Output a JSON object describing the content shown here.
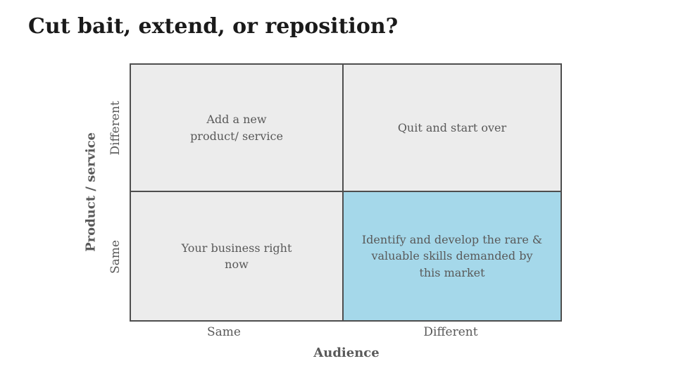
{
  "slide": {
    "title": "Cut bait, extend, or reposition?"
  },
  "matrix": {
    "quadrants": {
      "top_left": "Add a new\nproduct/ service",
      "top_right": "Quit and start over",
      "bottom_left": "Your business right\nnow",
      "bottom_right": "Identify and develop the rare &\nvaluable skills demanded by\nthis market"
    },
    "colors": {
      "cell_background": "#ececec",
      "highlight_background": "#a5d8ea",
      "border": "#4e4e4e",
      "text": "#595959",
      "title_text": "#1a1a1a"
    }
  },
  "axes": {
    "y": {
      "title": "Product / service",
      "top_label": "Different",
      "bottom_label": "Same"
    },
    "x": {
      "title": "Audience",
      "left_label": "Same",
      "right_label": "Different"
    }
  }
}
